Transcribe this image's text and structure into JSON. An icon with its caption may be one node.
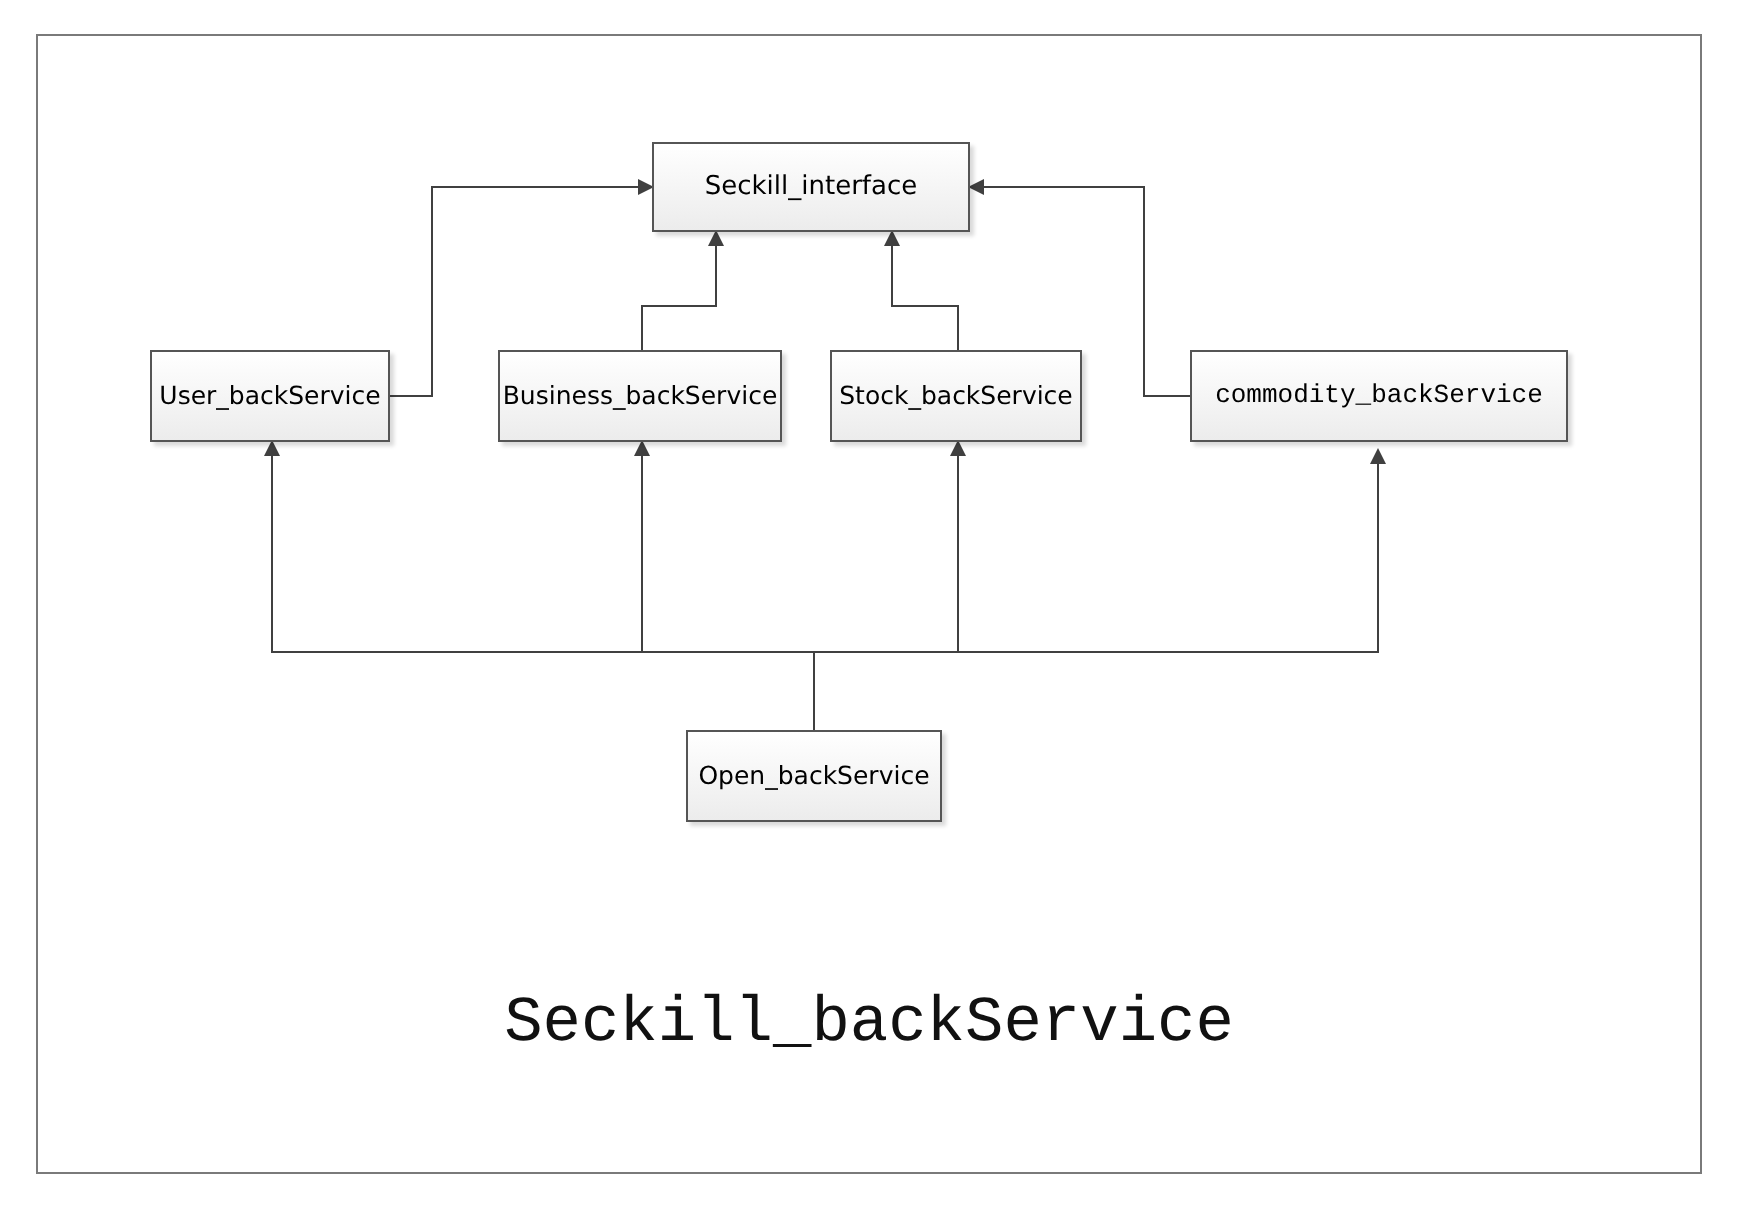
{
  "diagram": {
    "nodes": [
      {
        "text": [
          "Seckill_backService"
        ]
      },
      {
        "text": [
          "Seckill_interface"
        ],
        "in": 0
      },
      {
        "text": [
          "User_backService"
        ],
        "in": 0
      },
      {
        "text": [
          "Business_backService"
        ],
        "in": 0
      },
      {
        "text": [
          "Stock_backService"
        ],
        "in": 0
      },
      {
        "text": [
          "commodity_backService"
        ],
        "in": 0
      },
      {
        "text": [
          "Open_backService"
        ],
        "in": 0
      }
    ],
    "edges": [
      {
        "from": 2,
        "to": 1,
        "arrow": "to"
      },
      {
        "from": 3,
        "to": 1,
        "arrow": "to"
      },
      {
        "from": 4,
        "to": 1,
        "arrow": "to"
      },
      {
        "from": 5,
        "to": 1,
        "arrow": "to"
      },
      {
        "from": 6,
        "to": 2,
        "arrow": "to"
      },
      {
        "from": 6,
        "to": 3,
        "arrow": "to"
      },
      {
        "from": 6,
        "to": 4,
        "arrow": "to"
      },
      {
        "from": 6,
        "to": 5,
        "arrow": "to"
      }
    ]
  }
}
